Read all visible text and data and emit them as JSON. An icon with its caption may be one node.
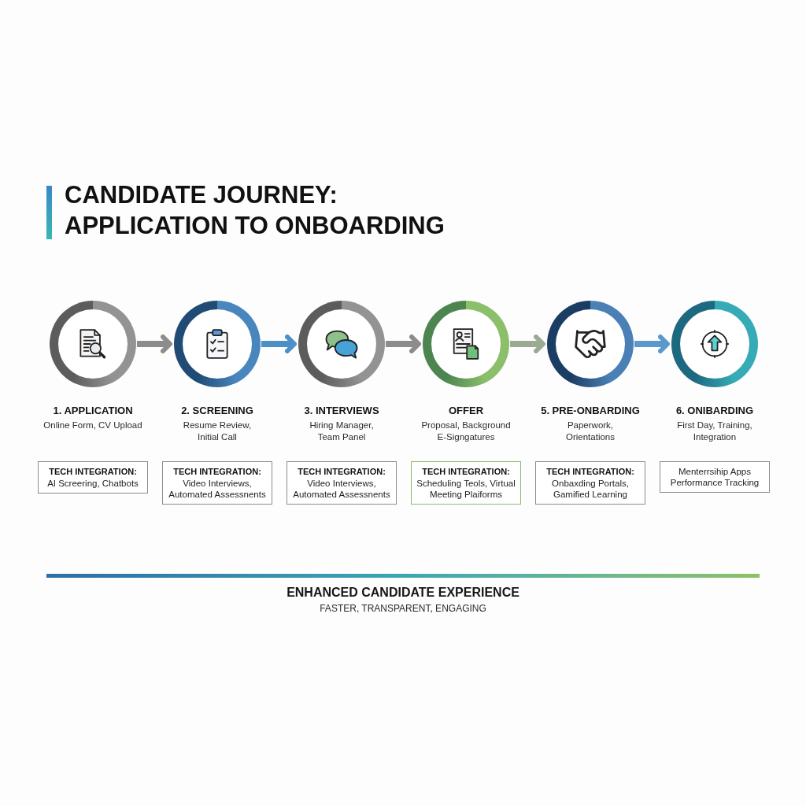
{
  "diagram": {
    "title": "CANDIDATE JOURNEY: APPLICATION TO ONBOARDING",
    "nodes": [
      {
        "text": [],
        "shape": "circle",
        "beside": [
          "1. APPLICATION",
          "Online Form, CV Upload"
        ]
      },
      {
        "text": [],
        "shape": "circle",
        "beside": [
          "2. SCREENING",
          "Resume Review, Initial Call"
        ]
      },
      {
        "text": [],
        "shape": "circle",
        "beside": [
          "3. INTERVIEWS",
          "Hiring Manager, Team Panel"
        ]
      },
      {
        "text": [],
        "shape": "circle",
        "beside": [
          "OFFER",
          "Proposal, Background E-Signgatures"
        ]
      },
      {
        "text": [],
        "shape": "circle",
        "beside": [
          "5. PRE-ONBARDING",
          "Paperwork, Orientations"
        ]
      },
      {
        "text": [],
        "shape": "circle",
        "beside": [
          "6. ONIBARDING",
          "First Day, Training, Integration"
        ]
      },
      {
        "text": [
          "TECH INTEGRATION:",
          "AI Screering, Chatbots"
        ]
      },
      {
        "text": [
          "TECH INTEGRATION:",
          "Video Interviews, Automated Assessnents"
        ]
      },
      {
        "text": [
          "TECH INTEGRATION:",
          "Video Interviews, Automated Assessnents"
        ]
      },
      {
        "text": [
          "TECH INTEGRATION:",
          "Scheduling Teols, Virtual Meeting Plaiforms"
        ]
      },
      {
        "text": [
          "TECH INTEGRATION:",
          "Onbaxding Portals, Gamified Learning"
        ]
      },
      {
        "text": [
          "Menterrsihip Apps Performance Tracking"
        ]
      }
    ],
    "edges": [
      {
        "from": 0,
        "to": 1,
        "arrow": "to",
        "color": "#8c8c8c"
      },
      {
        "from": 1,
        "to": 2,
        "arrow": "to",
        "color": "#4d90c8"
      },
      {
        "from": 2,
        "to": 3,
        "arrow": "to",
        "color": "#8c8c8c"
      },
      {
        "from": 3,
        "to": 4,
        "arrow": "to",
        "color": "#9aab92"
      },
      {
        "from": 4,
        "to": 5,
        "arrow": "to",
        "color": "#5b98cc"
      }
    ],
    "labels": [
      "ENHANCED CANDIDATE EXPERIENCE",
      "FASTER, TRANSPARENT, ENGAGING"
    ]
  }
}
